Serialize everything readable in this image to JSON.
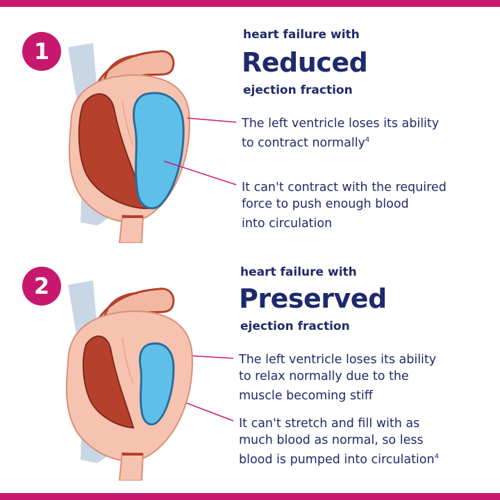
{
  "colors": {
    "accent": "#c8186e",
    "text": "#1f2a6b",
    "ventricle_blue": "#5ec0e8",
    "muscle_red": "#b5402c",
    "heart_pink": "#f6c3b0"
  },
  "sections": [
    {
      "number": "1",
      "pre_title": "heart failure with",
      "title": "Reduced",
      "post_title": "ejection fraction",
      "point1": "The left ventricle loses its ability\nto contract normally",
      "point1_ref": "4",
      "point2": "It can't contract with the required\nforce to push enough blood\ninto circulation",
      "point2_ref": ""
    },
    {
      "number": "2",
      "pre_title": "heart failure with",
      "title": "Preserved",
      "post_title": "ejection fraction",
      "point1": "The left ventricle loses its ability\nto relax normally due to the\nmuscle becoming stiff",
      "point1_ref": "",
      "point2": "It can't stretch and fill with as\nmuch blood as normal, so less\nblood is pumped into circulation",
      "point2_ref": "4"
    }
  ]
}
